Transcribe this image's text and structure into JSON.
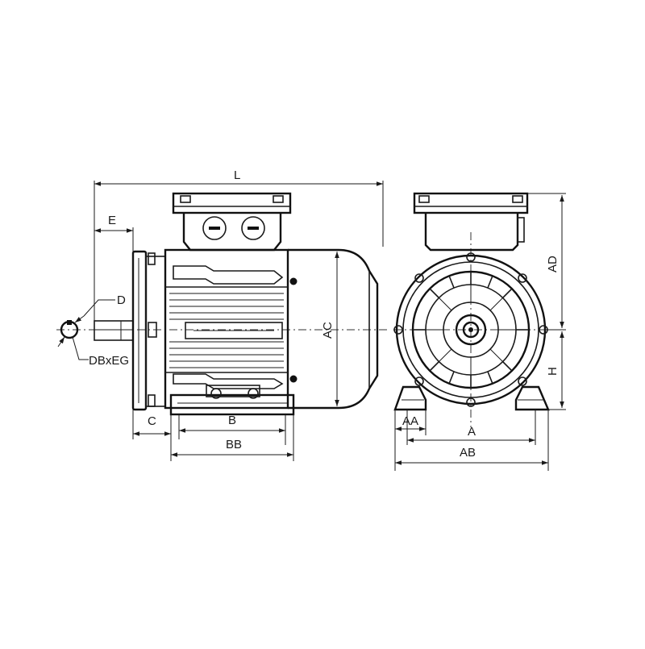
{
  "labels": {
    "L": "L",
    "E": "E",
    "D": "D",
    "DBxEG": "DBxEG",
    "AC": "AC",
    "C": "C",
    "B": "B",
    "BB": "BB",
    "AD": "AD",
    "H": "H",
    "AA": "AA",
    "A": "A",
    "AB": "AB"
  }
}
